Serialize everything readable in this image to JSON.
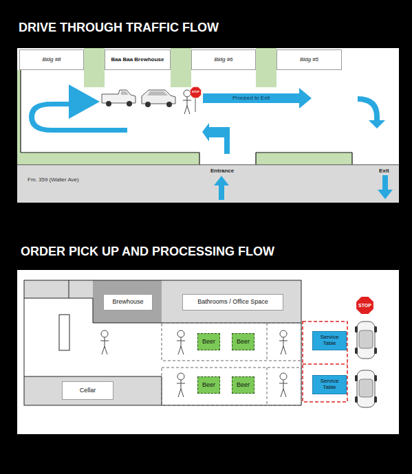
{
  "diagram": {
    "title": "DRIVE THROUGH TRAFFIC FLOW",
    "nodes": [
      {
        "text": [
          "Bldg #8"
        ]
      },
      {
        "text": [
          "Baa Baa Brewhouse"
        ]
      },
      {
        "text": [
          "Bldg #6"
        ]
      },
      {
        "text": [
          "Bldg #5"
        ]
      },
      {
        "text": [
          "STOP"
        ]
      },
      {
        "text": [
          "Fm. 359 (Waller Ave)"
        ]
      },
      {
        "text": [
          "Brewhouse"
        ]
      },
      {
        "text": [
          "Bathrooms / Office Space"
        ]
      },
      {
        "text": [
          "STOP"
        ]
      },
      {
        "text": [
          "Beer"
        ]
      },
      {
        "text": [
          "Beer"
        ]
      },
      {
        "text": [
          "Service Table"
        ]
      },
      {
        "text": [
          "Beer"
        ]
      },
      {
        "text": [
          "Beer"
        ]
      },
      {
        "text": [
          "Service Table"
        ]
      },
      {
        "text": [
          "Cellar"
        ]
      }
    ],
    "labels": [
      "Proceed to Exit",
      "Entrance",
      "Exit",
      "ORDER PICK UP AND PROCESSING FLOW"
    ]
  }
}
